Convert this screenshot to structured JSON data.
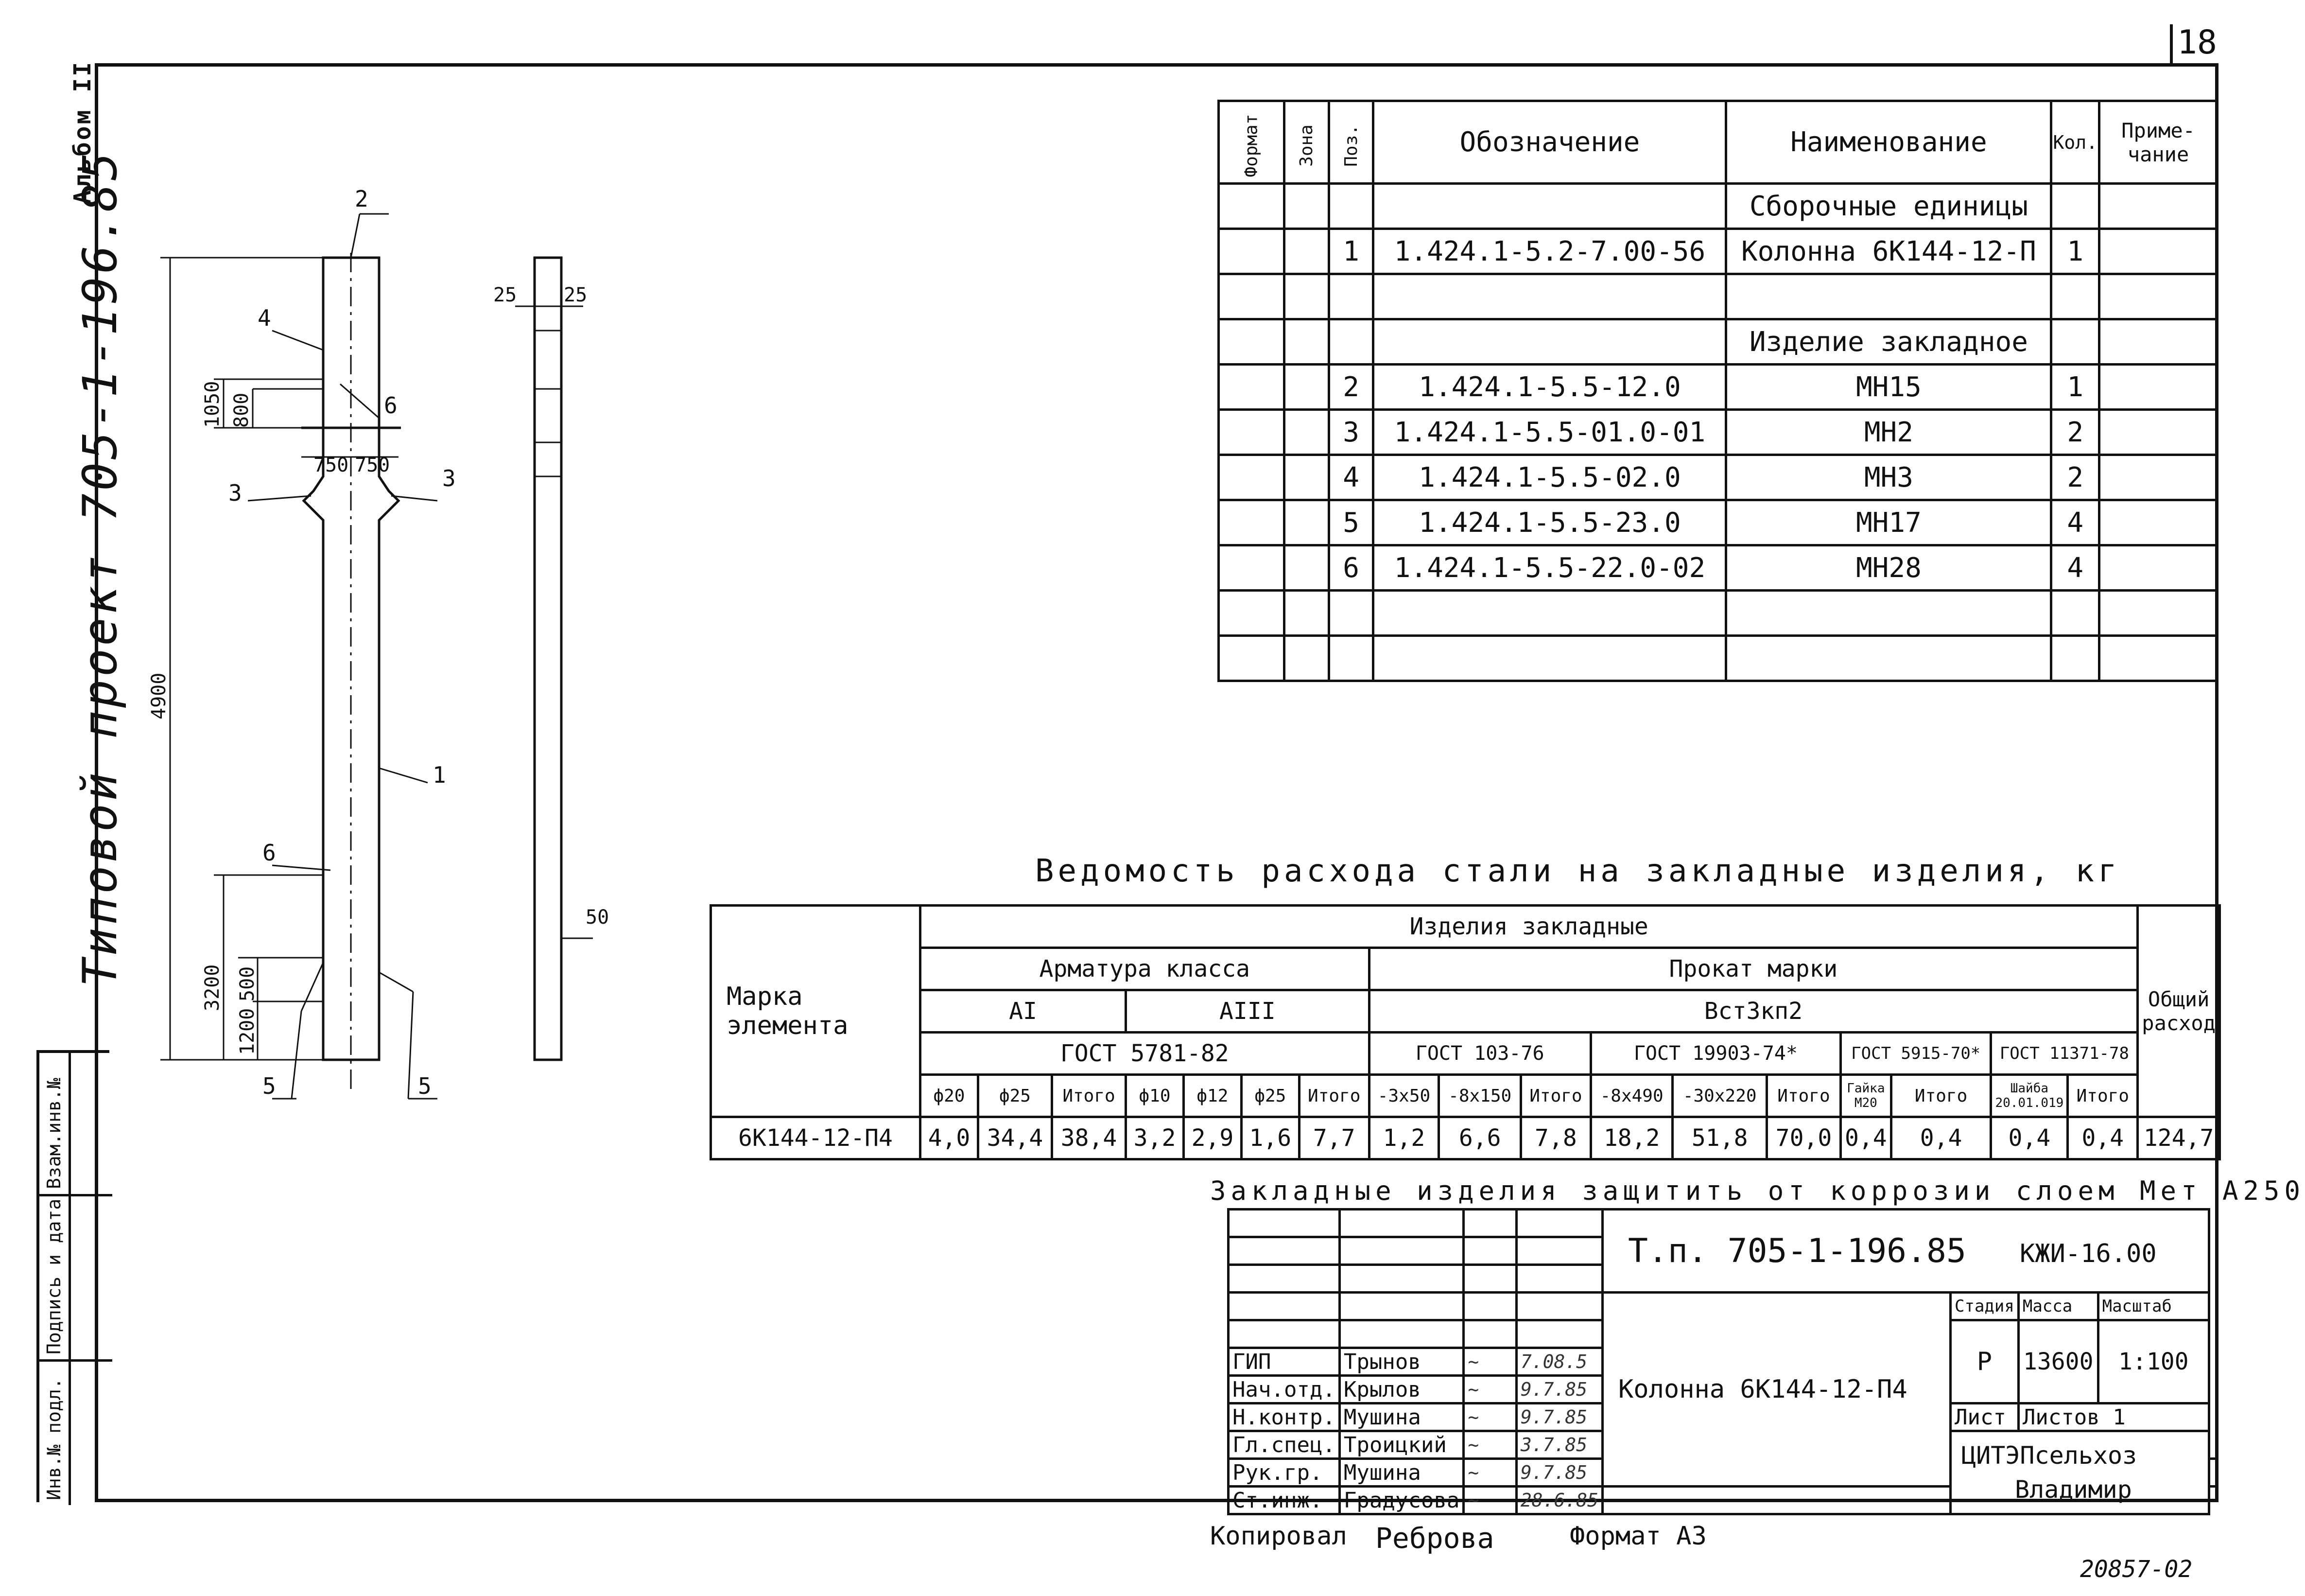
{
  "sheet_number": "18",
  "album": "Альбом II",
  "project_label": "Типовой проект 705-1-196.85",
  "spec_table": {
    "headers": {
      "format": "Формат",
      "zone": "Зона",
      "pos": "Поз.",
      "designation": "Обозначение",
      "name": "Наименование",
      "qty": "Кол.",
      "note": "Приме-чание"
    },
    "sections": {
      "assembly": "Сборочные единицы",
      "embedded": "Изделие закладное"
    },
    "rows": [
      {
        "pos": "1",
        "designation": "1.424.1-5.2-7.00-56",
        "name": "Колонна 6К144-12-П",
        "qty": "1"
      },
      {
        "pos": "2",
        "designation": "1.424.1-5.5-12.0",
        "name": "МН15",
        "qty": "1"
      },
      {
        "pos": "3",
        "designation": "1.424.1-5.5-01.0-01",
        "name": "МН2",
        "qty": "2"
      },
      {
        "pos": "4",
        "designation": "1.424.1-5.5-02.0",
        "name": "МН3",
        "qty": "2"
      },
      {
        "pos": "5",
        "designation": "1.424.1-5.5-23.0",
        "name": "МН17",
        "qty": "4"
      },
      {
        "pos": "6",
        "designation": "1.424.1-5.5-22.0-02",
        "name": "МН28",
        "qty": "4"
      }
    ]
  },
  "steel_table": {
    "title": "Ведомость расхода стали на закладные изделия, кг",
    "mark_header": "Марка элемента",
    "group_header": "Изделия закладные",
    "total_header": "Общий расход",
    "rebar_header": "Арматура класса",
    "rolled_header": "Прокат марки",
    "class_a1": "АI",
    "class_a3": "АIII",
    "steel_grade": "Вст3кп2",
    "gost_rebar": "ГОСТ 5781-82",
    "gost_1": "ГОСТ 103-76",
    "gost_2": "ГОСТ 19903-74*",
    "gost_3": "ГОСТ 5915-70*",
    "gost_4": "ГОСТ 11371-78",
    "sizes": [
      "ф20",
      "ф25",
      "Итого",
      "ф10",
      "ф12",
      "ф25",
      "Итого",
      "-3х50",
      "-8х150",
      "Итого",
      "-8х490",
      "-30х220",
      "Итого",
      "Гайка М20",
      "Итого",
      "Шайба 20.01.019",
      "Итого"
    ],
    "row": {
      "mark": "6К144-12-П4",
      "values": [
        "4,0",
        "34,4",
        "38,4",
        "3,2",
        "2,9",
        "1,6",
        "7,7",
        "1,2",
        "6,6",
        "7,8",
        "18,2",
        "51,8",
        "70,0",
        "0,4",
        "0,4",
        "0,4",
        "0,4"
      ],
      "total": "124,7"
    }
  },
  "note": "Закладные изделия защитить от коррозии слоем Мет А250",
  "title_block": {
    "doc_code": "Т.п. 705-1-196.85",
    "sheet_code": "КЖИ-16.00",
    "item_name": "Колонна 6К144-12-П4",
    "stage_label": "Стадия",
    "mass_label": "Масса",
    "scale_label": "Масштаб",
    "stage": "Р",
    "mass": "13600",
    "scale": "1:100",
    "sheet_label": "Лист",
    "sheets_label": "Листов 1",
    "org": "ЦИТЭПсельхоз",
    "city": "Владимир",
    "people": [
      {
        "role": "ГИП",
        "name": "Трынов",
        "date": "7.08.5"
      },
      {
        "role": "Нач.отд.",
        "name": "Крылов",
        "date": "9.7.85"
      },
      {
        "role": "Н.контр.",
        "name": "Мушина",
        "date": "9.7.85"
      },
      {
        "role": "Гл.спец.",
        "name": "Троицкий",
        "date": "3.7.85"
      },
      {
        "role": "Рук.гр.",
        "name": "Мушина",
        "date": "9.7.85"
      },
      {
        "role": "Ст.инж.",
        "name": "Градусова",
        "date": "28.6.85"
      }
    ]
  },
  "copied_label": "Копировал",
  "copied_name": "Реброва",
  "format_label": "Формат А3",
  "archive_no": "20857-02",
  "stamp": {
    "inv_orig": "Инв.№ подл.",
    "sign_date": "Подпись и дата",
    "inv_repl": "Взам.инв.№"
  },
  "drawing": {
    "dims": [
      "4900",
      "1050",
      "800",
      "750",
      "750",
      "3200",
      "500",
      "1200",
      "25",
      "25",
      "50"
    ],
    "callouts": [
      "2",
      "4",
      "6",
      "3",
      "3",
      "1",
      "6",
      "5",
      "5"
    ]
  }
}
